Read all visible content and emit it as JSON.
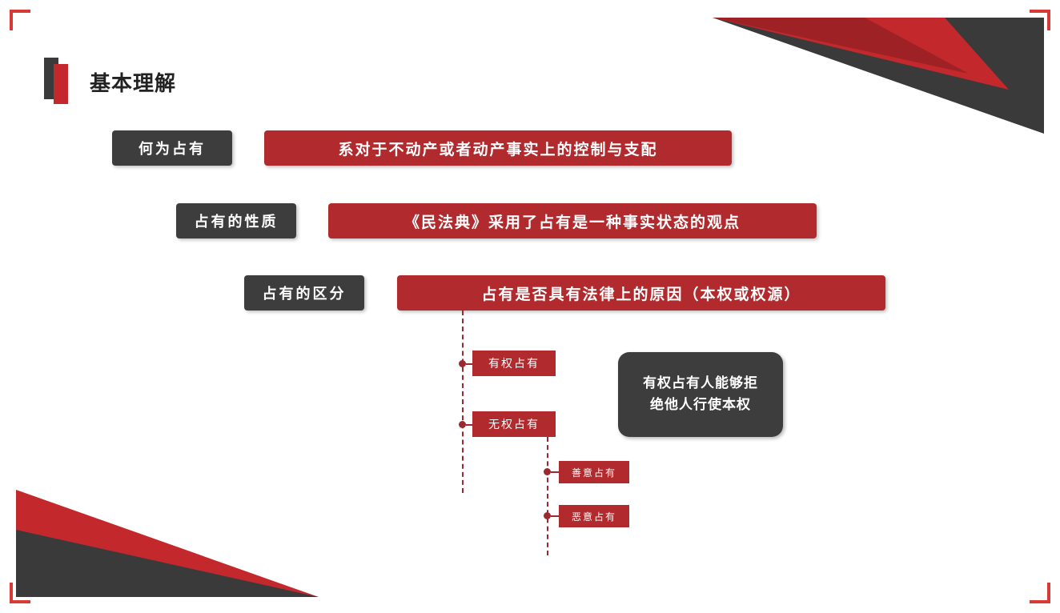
{
  "page": {
    "title": "基本理解"
  },
  "rows": [
    {
      "label": "何为占有",
      "content": "系对于不动产或者动产事实上的控制与支配"
    },
    {
      "label": "占有的性质",
      "content": "《民法典》采用了占有是一种事实状态的观点"
    },
    {
      "label": "占有的区分",
      "content": "占有是否具有法律上的原因（本权或权源）"
    }
  ],
  "tree": {
    "branch_1": "有权占有",
    "branch_2": "无权占有",
    "sub_branch_1": "善意占有",
    "sub_branch_2": "恶意占有"
  },
  "note": "有权占有人能够拒绝他人行使本权",
  "colors": {
    "accent_red": "#b02a2e",
    "dark_gray": "#3d3d3d",
    "frame_red": "#d83a35"
  }
}
